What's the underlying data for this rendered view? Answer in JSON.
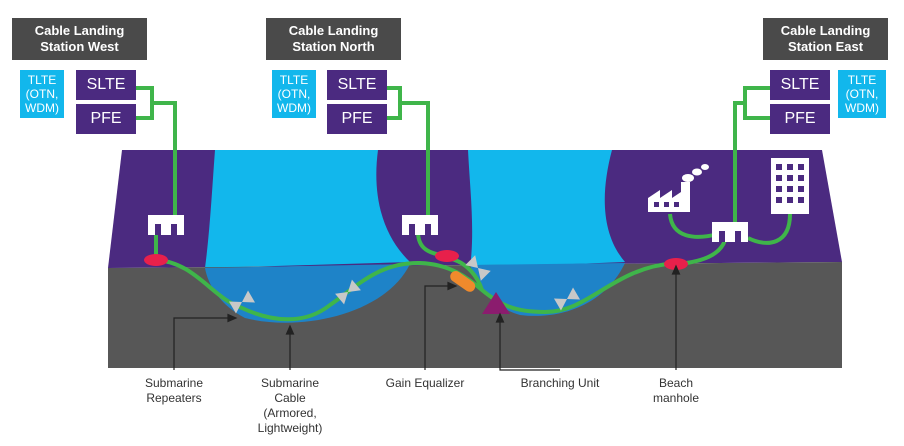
{
  "stations": {
    "west": {
      "line1": "Cable Landing",
      "line2": "Station West"
    },
    "north": {
      "line1": "Cable Landing",
      "line2": "Station North"
    },
    "east": {
      "line1": "Cable Landing",
      "line2": "Station East"
    }
  },
  "equipment": {
    "slte": "SLTE",
    "pfe": "PFE",
    "tlte": [
      "TLTE",
      "(OTN,",
      "WDM)"
    ]
  },
  "labels": {
    "repeaters": [
      "Submarine",
      "Repeaters"
    ],
    "cable": [
      "Submarine",
      "Cable",
      "(Armored,",
      "Lightweight)"
    ],
    "gain": "Gain Equalizer",
    "branching": "Branching Unit",
    "manhole": [
      "Beach",
      "manhole"
    ]
  },
  "colors": {
    "land": "#4b2a80",
    "water": "#12b7ec",
    "deep_water": "#1e83c8",
    "ground": "#575757",
    "cable": "#3fb54a",
    "manhole": "#e8204b",
    "gain_equalizer": "#f08a2c",
    "branching_unit": "#8b1c6e",
    "repeater": "#c8c8c8"
  }
}
